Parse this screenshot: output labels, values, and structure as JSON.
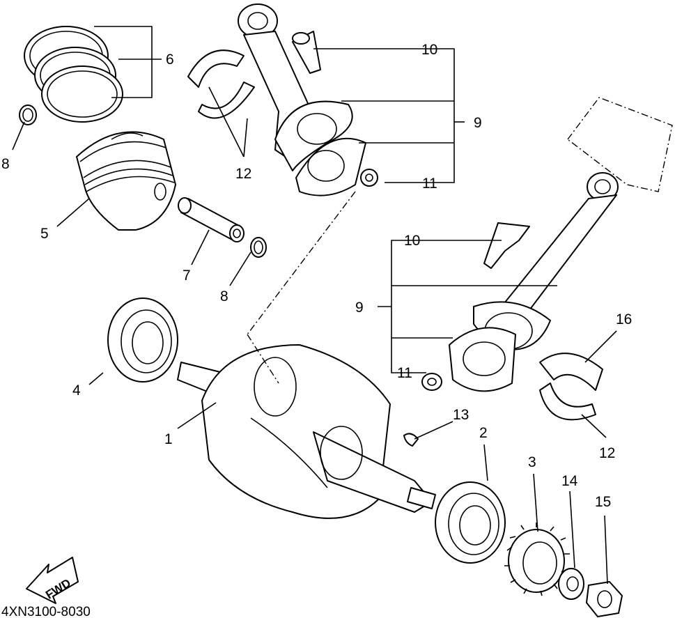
{
  "diagram": {
    "drawing_code": "4XN3100-8030",
    "direction_mark": "FWD",
    "callouts": {
      "c1": "1",
      "c2": "2",
      "c3": "3",
      "c4": "4",
      "c5": "5",
      "c6": "6",
      "c7": "7",
      "c8a": "8",
      "c8b": "8",
      "c9a": "9",
      "c9b": "9",
      "c10a": "10",
      "c10b": "10",
      "c11a": "11",
      "c11b": "11",
      "c12a": "12",
      "c12b": "12",
      "c13": "13",
      "c14": "14",
      "c15": "15",
      "c16": "16"
    }
  }
}
